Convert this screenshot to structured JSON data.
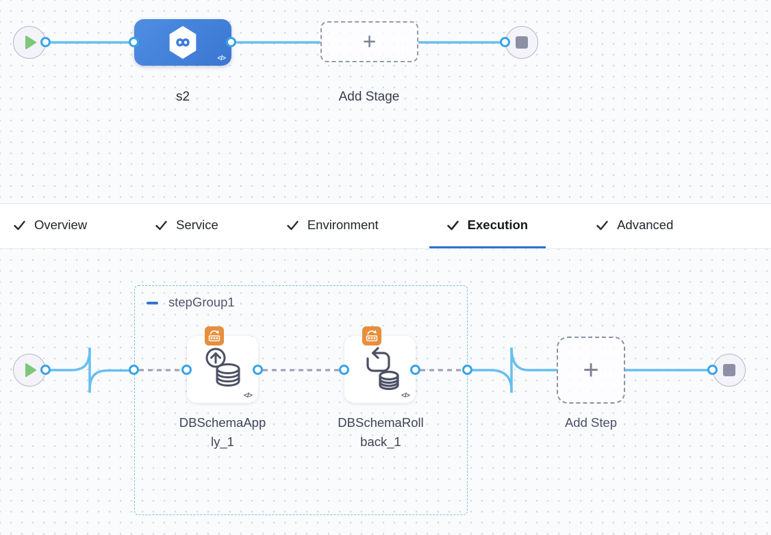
{
  "stage_canvas": {
    "stage": {
      "name": "s2",
      "code_glyph": "</>"
    },
    "add_stage": {
      "label": "Add Stage",
      "plus_glyph": "+"
    }
  },
  "tabbar": {
    "tabs": [
      {
        "label": "Overview",
        "checked": true
      },
      {
        "label": "Service",
        "checked": true
      },
      {
        "label": "Environment",
        "checked": true
      },
      {
        "label": "Execution",
        "checked": true
      },
      {
        "label": "Advanced",
        "checked": true
      }
    ],
    "active_tab": "Execution"
  },
  "execution_canvas": {
    "step_group": {
      "name": "stepGroup1"
    },
    "steps": [
      {
        "name": "DBSchemaApply_1",
        "code_glyph": "</>",
        "icon": "db-schema-apply-icon",
        "badge": "cloudformation-icon"
      },
      {
        "name": "DBSchemaRollback_1",
        "code_glyph": "</>",
        "icon": "db-schema-rollback-icon",
        "badge": "cloudformation-icon"
      }
    ],
    "add_step": {
      "label": "Add Step",
      "plus_glyph": "+"
    }
  },
  "colors": {
    "accent_blue": "#2e6fd0",
    "stage_node_blue": "#3f7ed8",
    "connector_blue": "#66bff0",
    "port_blue": "#38a3e6",
    "dashed_connector_gray": "#9a9db2",
    "step_group_border": "#79c0e4",
    "badge_orange": "#e78f3c",
    "play_green": "#7cc878",
    "stop_gray": "#8d90a5",
    "canvas_bg": "#fafbfd"
  }
}
